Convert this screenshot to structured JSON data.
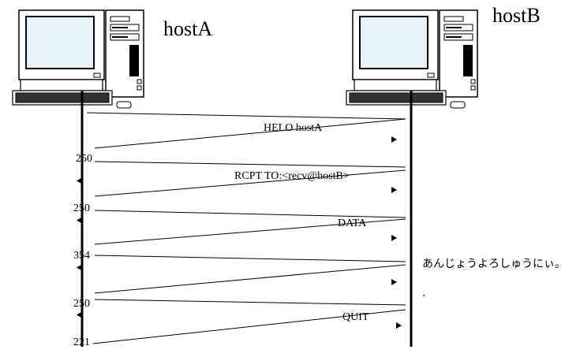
{
  "hosts": {
    "a": {
      "label": "hostA",
      "icon": "computer-icon"
    },
    "b": {
      "label": "hostB",
      "icon": "computer-icon"
    }
  },
  "messages": [
    {
      "label": "HELO hostA",
      "direction": "a-to-b"
    },
    {
      "label": "250",
      "direction": "b-to-a"
    },
    {
      "label": "RCPT TO:<recv@hostB>",
      "direction": "a-to-b"
    },
    {
      "label": "250",
      "direction": "b-to-a"
    },
    {
      "label": "DATA",
      "direction": "a-to-b"
    },
    {
      "label": "354",
      "direction": "b-to-a"
    },
    {
      "label": "あんじょうよろしゅうにぃ。",
      "direction": "a-to-b"
    },
    {
      "label": ".",
      "direction": "a-to-b"
    },
    {
      "label": "250",
      "direction": "b-to-a"
    },
    {
      "label": "QUIT",
      "direction": "a-to-b"
    },
    {
      "label": "221",
      "direction": "b-to-a"
    }
  ],
  "colors": {
    "line": "#000000",
    "screen": "#e6f2f8",
    "case": "#ffffff"
  }
}
